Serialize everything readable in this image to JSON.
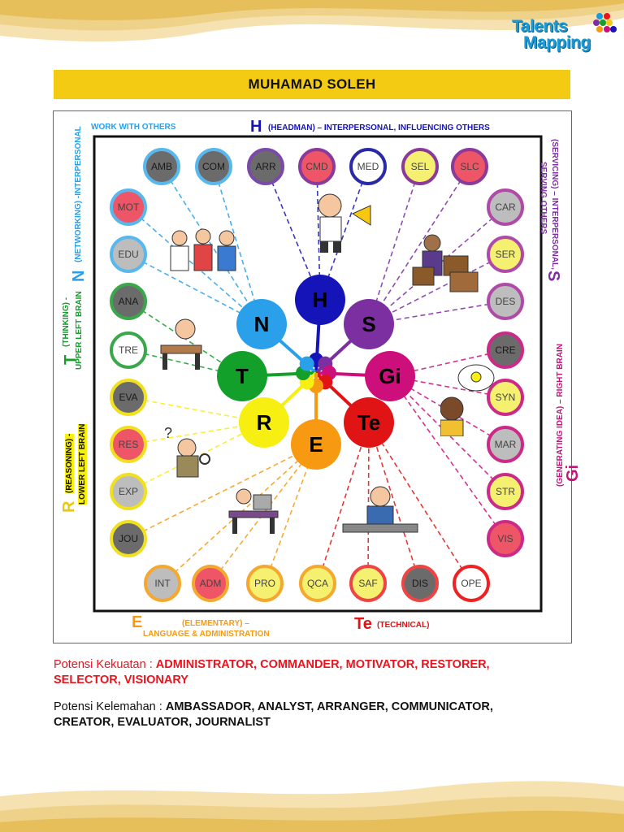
{
  "brand": {
    "line1": "Talents",
    "line2": "Mapping"
  },
  "name_bar": {
    "name": "MUHAMAD SOLEH"
  },
  "diagram": {
    "headers": {
      "top_small": "WORK WITH OTHERS",
      "h_letter": "H",
      "h_text": "(HEADMAN) – INTERPERSONAL, INFLUENCING OTHERS",
      "n_letter": "N",
      "n_text": "(NETWORKING) -INTERPERSONAL",
      "t_letter": "T",
      "t_text1": "(THINKING) -",
      "t_text2": "UPPER LEFT BRAIN",
      "r_letter": "R",
      "r_text1": "(REASONING) -",
      "r_text2": "LOWER LEFT BRAIN",
      "s_letter": "S",
      "s_text1": "(SERVICING) – INTERPERSONAL,",
      "s_text2": "SERVING OTHERS",
      "gi_letter": "Gi",
      "gi_text": "(GENERATING IDEA) – RIGHT BRAIN",
      "e_letter": "E",
      "e_text1": "(ELEMENTARY) –",
      "e_text2": "LANGUAGE & ADMINISTRATION",
      "te_letter": "Te",
      "te_text": "(TECHNICAL)"
    },
    "center": [
      {
        "label": "H",
        "color": "#1414b8"
      },
      {
        "label": "N",
        "color": "#2aa0ea"
      },
      {
        "label": "S",
        "color": "#7b2fa0"
      },
      {
        "label": "T",
        "color": "#12a02a"
      },
      {
        "label": "Gi",
        "color": "#cc0f7a"
      },
      {
        "label": "R",
        "color": "#f7ee12"
      },
      {
        "label": "Te",
        "color": "#e01414"
      },
      {
        "label": "E",
        "color": "#f79a12"
      }
    ],
    "talents": [
      {
        "code": "AMB",
        "fill": "#6b6b6b",
        "ring": "#58b8ee"
      },
      {
        "code": "COM",
        "fill": "#6b6b6b",
        "ring": "#58b8ee"
      },
      {
        "code": "ARR",
        "fill": "#6b6b6b",
        "ring": "#7a4aa8"
      },
      {
        "code": "CMD",
        "fill": "#ee5566",
        "ring": "#8a3a9a"
      },
      {
        "code": "MED",
        "fill": "#ffffff",
        "ring": "#2a2aa8"
      },
      {
        "code": "SEL",
        "fill": "#f6f070",
        "ring": "#8a3a9a"
      },
      {
        "code": "SLC",
        "fill": "#ee5566",
        "ring": "#8a3a9a"
      },
      {
        "code": "MOT",
        "fill": "#ee5566",
        "ring": "#58b8ee"
      },
      {
        "code": "EDU",
        "fill": "#bdbdbd",
        "ring": "#58b8ee"
      },
      {
        "code": "ANA",
        "fill": "#6b6b6b",
        "ring": "#3aa84a"
      },
      {
        "code": "TRE",
        "fill": "#ffffff",
        "ring": "#3aa84a"
      },
      {
        "code": "EVA",
        "fill": "#6b6b6b",
        "ring": "#f0e020"
      },
      {
        "code": "RES",
        "fill": "#ee5566",
        "ring": "#f0e020"
      },
      {
        "code": "EXP",
        "fill": "#bdbdbd",
        "ring": "#f0e020"
      },
      {
        "code": "JOU",
        "fill": "#6b6b6b",
        "ring": "#f0e020"
      },
      {
        "code": "INT",
        "fill": "#bdbdbd",
        "ring": "#f4a830"
      },
      {
        "code": "ADM",
        "fill": "#ee5566",
        "ring": "#f4a830"
      },
      {
        "code": "PRO",
        "fill": "#f6f070",
        "ring": "#f4a830"
      },
      {
        "code": "QCA",
        "fill": "#f6f070",
        "ring": "#f4a830"
      },
      {
        "code": "SAF",
        "fill": "#f6f070",
        "ring": "#ee4444"
      },
      {
        "code": "DIS",
        "fill": "#6b6b6b",
        "ring": "#ee4444"
      },
      {
        "code": "OPE",
        "fill": "#ffffff",
        "ring": "#ee2222"
      },
      {
        "code": "CAR",
        "fill": "#bdbdbd",
        "ring": "#b04aa8"
      },
      {
        "code": "SER",
        "fill": "#f6f070",
        "ring": "#b04aa8"
      },
      {
        "code": "DES",
        "fill": "#bdbdbd",
        "ring": "#b04aa8"
      },
      {
        "code": "CRE",
        "fill": "#6b6b6b",
        "ring": "#cc2a88"
      },
      {
        "code": "SYN",
        "fill": "#f6f070",
        "ring": "#cc2a88"
      },
      {
        "code": "MAR",
        "fill": "#bdbdbd",
        "ring": "#cc2a88"
      },
      {
        "code": "STR",
        "fill": "#f6f070",
        "ring": "#cc2a88"
      },
      {
        "code": "VIS",
        "fill": "#ee5566",
        "ring": "#cc2a88"
      }
    ]
  },
  "potensi": {
    "kekuatan_label": "Potensi Kekuatan : ",
    "kekuatan_value1": "ADMINISTRATOR, COMMANDER, MOTIVATOR, RESTORER,",
    "kekuatan_value2": "SELECTOR, VISIONARY",
    "kelemahan_label": "Potensi Kelemahan : ",
    "kelemahan_value1": "AMBASSADOR, ANALYST, ARRANGER, COMMUNICATOR,",
    "kelemahan_value2": "CREATOR, EVALUATOR, JOURNALIST",
    "colors": {
      "kekuatan": "#e8141e",
      "kelemahan": "#111111"
    }
  }
}
